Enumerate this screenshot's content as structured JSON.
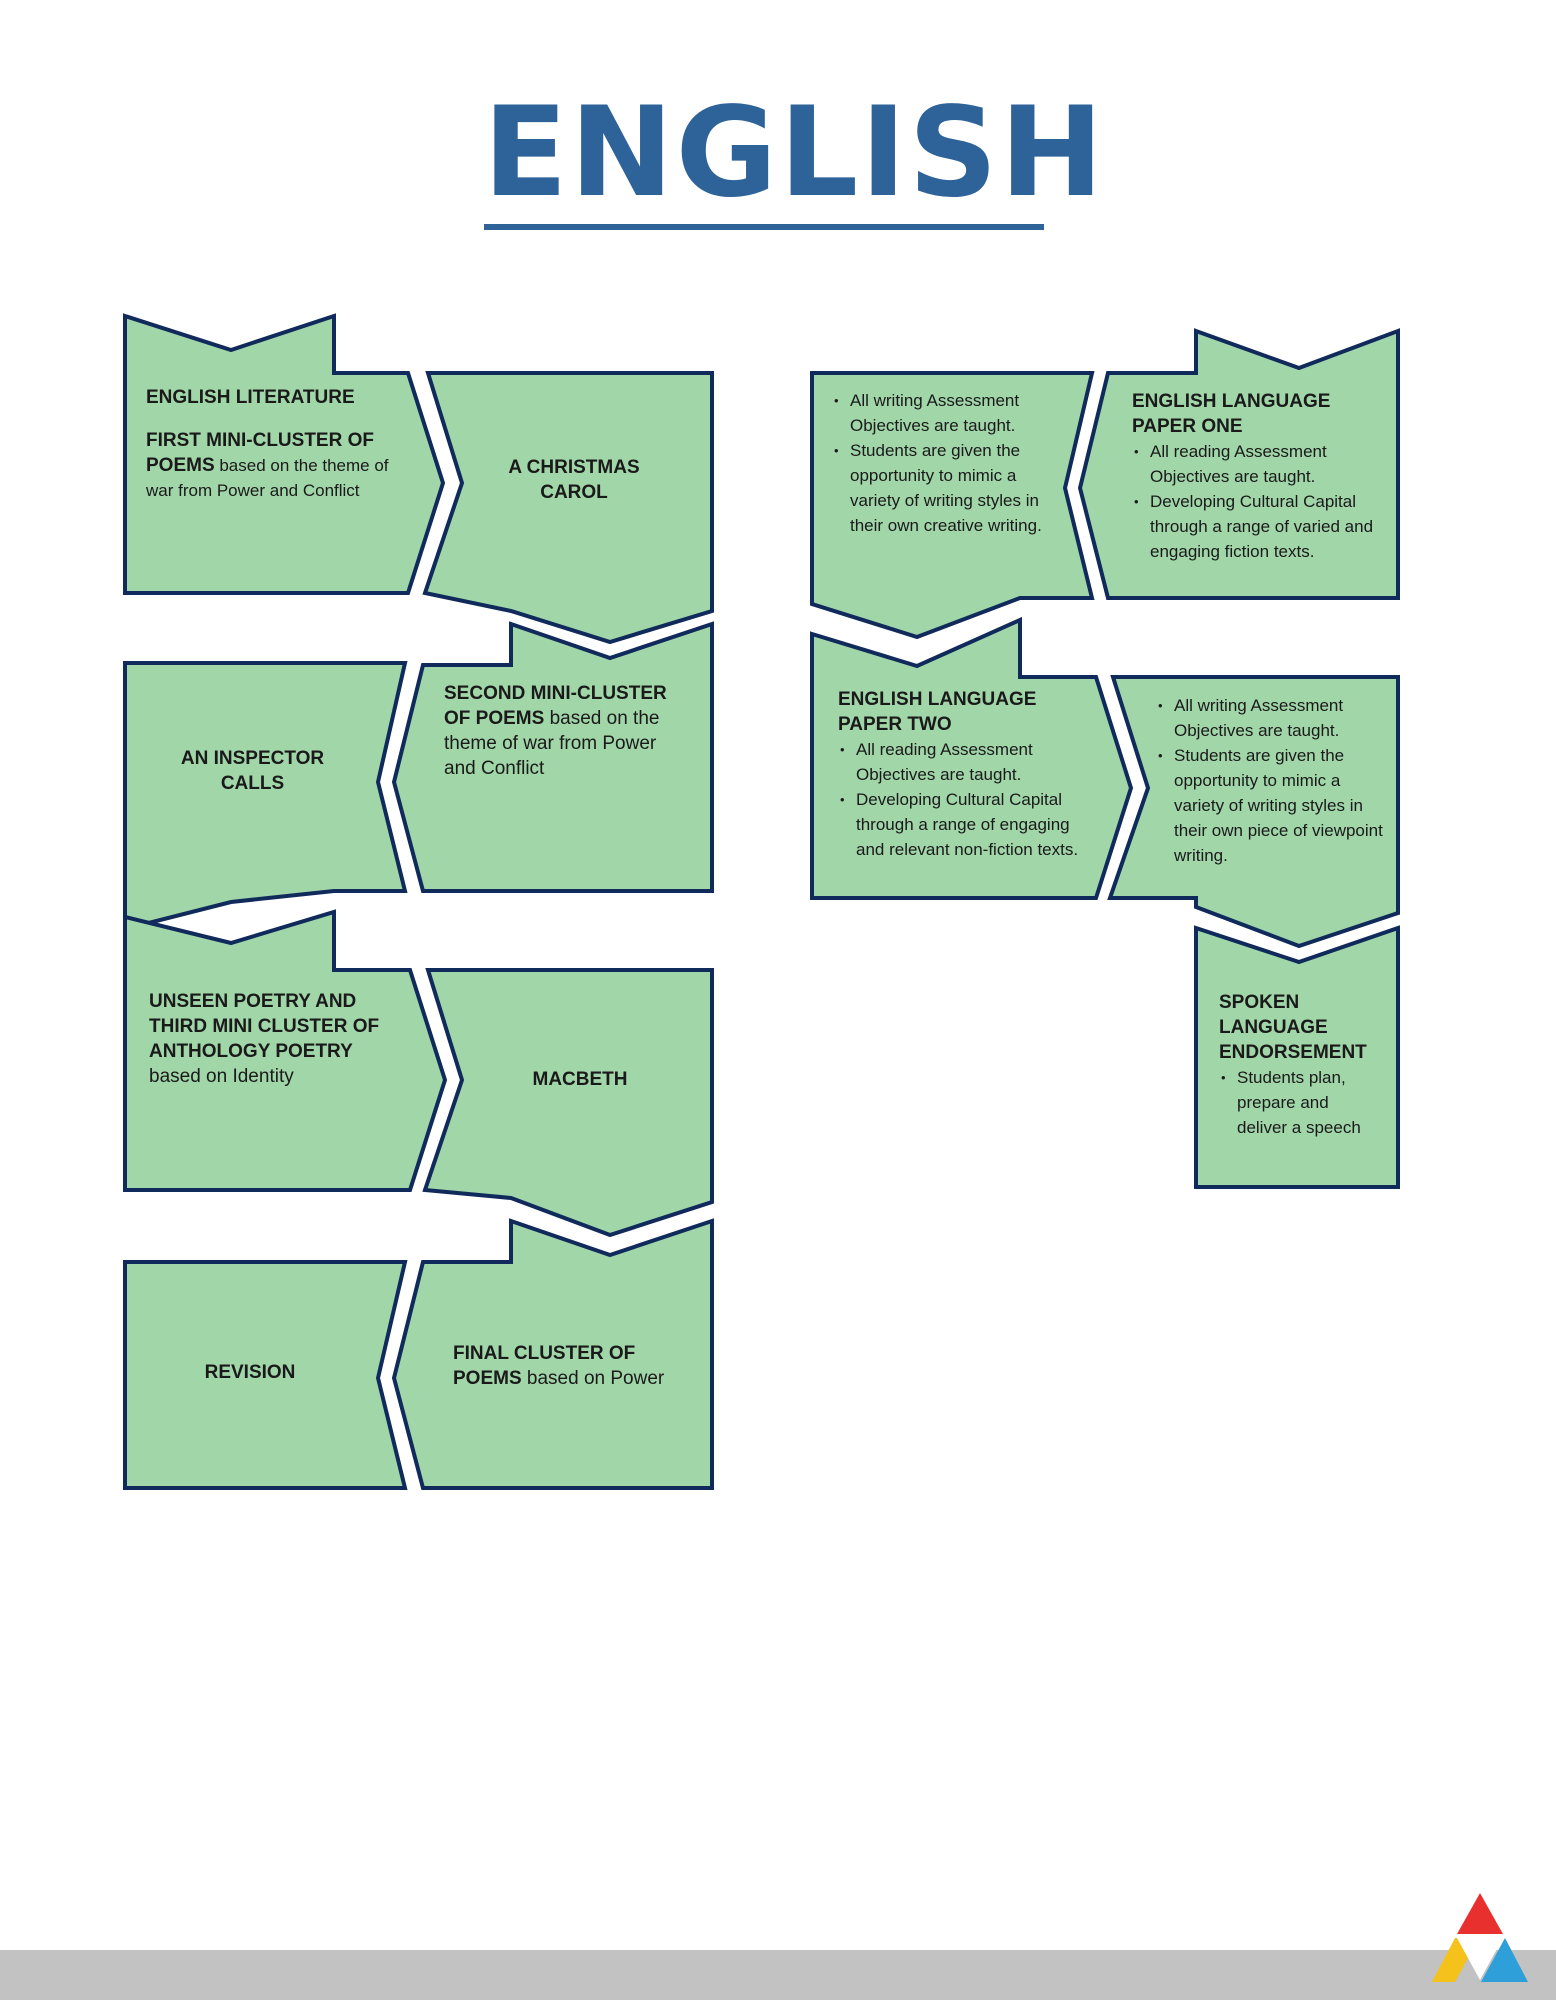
{
  "page": {
    "title": "ENGLISH",
    "colors": {
      "title": "#2e6399",
      "shape_fill": "#a1d6a9",
      "shape_stroke": "#102a5c",
      "footer": "#c2c2c2"
    }
  },
  "literature": {
    "box1": {
      "heading": "ENGLISH LITERATURE",
      "sub_heading_bold": "FIRST MINI-CLUSTER OF POEMS",
      "sub_heading_rest": " based on the theme of war from Power and Conflict"
    },
    "box2": {
      "label": "A CHRISTMAS CAROL"
    },
    "box3": {
      "heading_bold": "SECOND MINI-CLUSTER OF POEMS",
      "heading_rest": " based on the theme of war from Power and Conflict"
    },
    "box4": {
      "label": "AN INSPECTOR CALLS"
    },
    "box5": {
      "heading_bold": "UNSEEN POETRY AND THIRD MINI CLUSTER OF ANTHOLOGY POETRY",
      "heading_rest": "based on Identity"
    },
    "box6": {
      "label": "MACBETH"
    },
    "box7": {
      "heading_bold": "FINAL CLUSTER OF POEMS",
      "heading_rest": " based on Power"
    },
    "box8": {
      "label": "REVISION"
    }
  },
  "language": {
    "paper_one": {
      "heading": "ENGLISH LANGUAGE PAPER ONE",
      "bullets": [
        "All reading Assessment Objectives are taught.",
        "Developing Cultural Capital through a range of varied and engaging fiction texts."
      ]
    },
    "paper_one_writing": {
      "bullets": [
        "All writing Assessment Objectives are taught.",
        "Students are given the opportunity to mimic a variety of writing styles in their own creative writing."
      ]
    },
    "paper_two": {
      "heading": "ENGLISH LANGUAGE PAPER TWO",
      "bullets": [
        "All reading Assessment Objectives are taught.",
        "Developing Cultural Capital through a range of engaging and relevant non-fiction texts."
      ]
    },
    "paper_two_writing": {
      "bullets": [
        "All writing Assessment Objectives are taught.",
        "Students are given the opportunity to mimic a variety of writing styles in their own piece of viewpoint writing."
      ]
    },
    "spoken": {
      "heading": "SPOKEN LANGUAGE ENDORSEMENT",
      "bullets": [
        "Students plan, prepare and deliver a speech"
      ]
    }
  },
  "logo": {
    "icon": "triangle-logo-icon",
    "colors": [
      "#e8312f",
      "#f5c21b",
      "#2e9fd8"
    ]
  }
}
